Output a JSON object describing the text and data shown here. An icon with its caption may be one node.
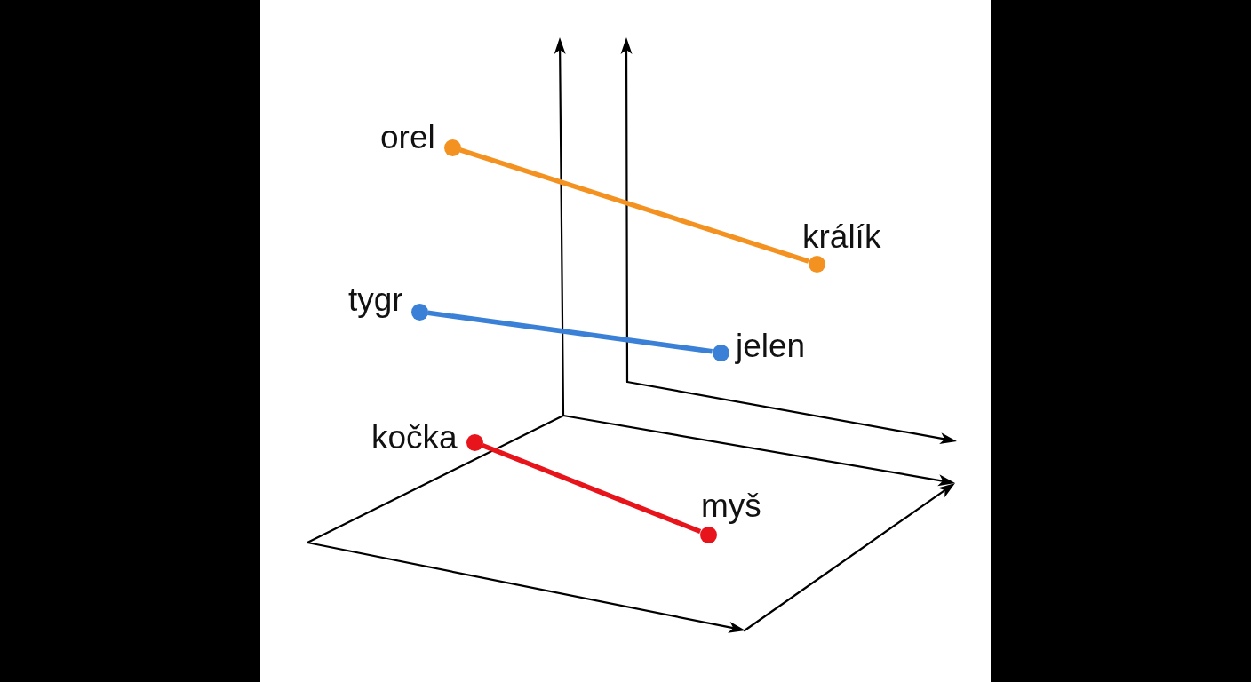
{
  "diagram": {
    "nodes": [
      {
        "text": [],
        "shape": "circle",
        "beside": [
          "orel"
        ]
      },
      {
        "text": [],
        "shape": "circle",
        "beside": [
          "králík"
        ]
      },
      {
        "text": [],
        "shape": "circle",
        "beside": [
          "tygr"
        ]
      },
      {
        "text": [],
        "shape": "circle",
        "beside": [
          "jelen"
        ]
      },
      {
        "text": [],
        "shape": "circle",
        "beside": [
          "kočka"
        ]
      },
      {
        "text": [],
        "shape": "circle",
        "beside": [
          "myš"
        ]
      }
    ],
    "edges": [
      {
        "from": 0,
        "to": 1,
        "arrow": "none",
        "color": "#f39220"
      },
      {
        "from": 2,
        "to": 3,
        "arrow": "none",
        "color": "#3a80d6"
      },
      {
        "from": 4,
        "to": 5,
        "arrow": "none",
        "color": "#e8141b"
      }
    ]
  }
}
